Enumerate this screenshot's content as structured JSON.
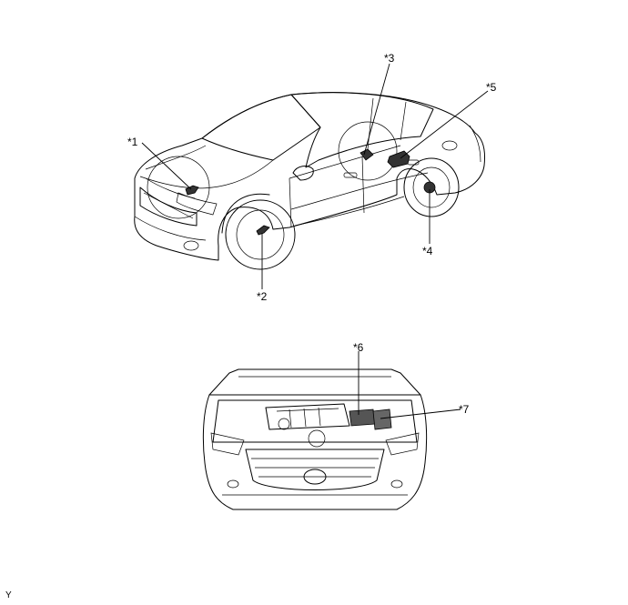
{
  "labels": {
    "c1": "*1",
    "c2": "*2",
    "c3": "*3",
    "c4": "*4",
    "c5": "*5",
    "c6": "*6",
    "c7": "*7"
  },
  "corner_mark": "Y"
}
